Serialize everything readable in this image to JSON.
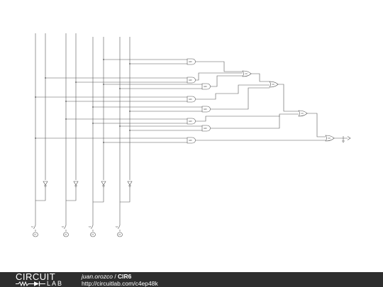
{
  "footer": {
    "logo_top": "CIRCUIT",
    "logo_bottom": "LAB",
    "author": "juan.orozco",
    "separator": " / ",
    "title": "CIR6",
    "url": "http://circuitlab.com/c4ep48k"
  },
  "colors": {
    "wire": "#555555",
    "footer_bg": "#2e2e2e",
    "footer_text": "#ffffff"
  },
  "schematic": {
    "inputs": [
      {
        "source_label": "V1",
        "switch_label": "S1"
      },
      {
        "source_label": "V2",
        "switch_label": "S2"
      },
      {
        "source_label": "V3",
        "switch_label": "S3"
      },
      {
        "source_label": "V4",
        "switch_label": "S4"
      }
    ],
    "gates": [
      {
        "id": "and-1",
        "type": "AND",
        "label": "AND"
      },
      {
        "id": "and-2",
        "type": "AND",
        "label": "AND"
      },
      {
        "id": "and-3",
        "type": "AND",
        "label": "AND"
      },
      {
        "id": "and-4",
        "type": "AND",
        "label": "AND"
      },
      {
        "id": "and-5",
        "type": "AND",
        "label": "AND"
      },
      {
        "id": "and-6",
        "type": "AND",
        "label": "AND"
      },
      {
        "id": "and-7",
        "type": "AND",
        "label": "AND"
      },
      {
        "id": "and-8",
        "type": "AND",
        "label": "AND"
      },
      {
        "id": "or-1",
        "type": "OR",
        "label": "OR"
      },
      {
        "id": "or-2",
        "type": "OR",
        "label": "OR"
      },
      {
        "id": "or-3",
        "type": "OR",
        "label": "OR"
      },
      {
        "id": "or-4",
        "type": "OR",
        "label": "OR"
      }
    ],
    "output": {
      "icon": "output-arrow-icon"
    }
  }
}
